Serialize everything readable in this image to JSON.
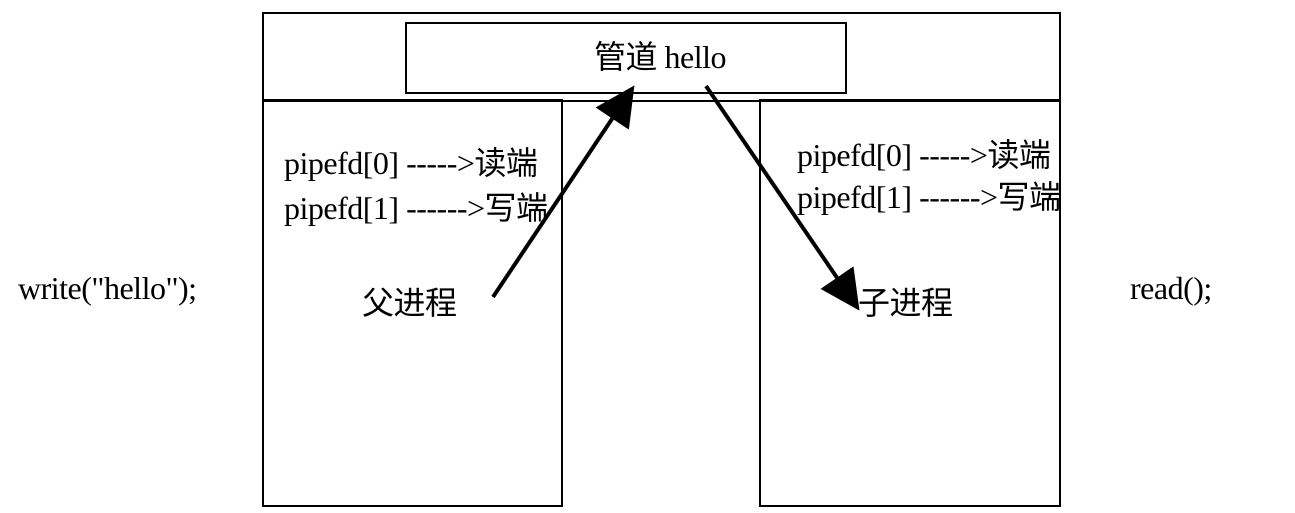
{
  "pipe": {
    "label": "管道 hello"
  },
  "parent": {
    "fd0": "pipefd[0] ----->读端",
    "fd1": "pipefd[1] ------>写端",
    "label": "父进程",
    "call": "write(\"hello\");"
  },
  "child": {
    "fd0": "pipefd[0] ----->读端",
    "fd1": "pipefd[1] ------>写端",
    "label": "子进程",
    "call": "read();"
  },
  "colors": {
    "stroke": "#000000",
    "background": "#ffffff"
  }
}
